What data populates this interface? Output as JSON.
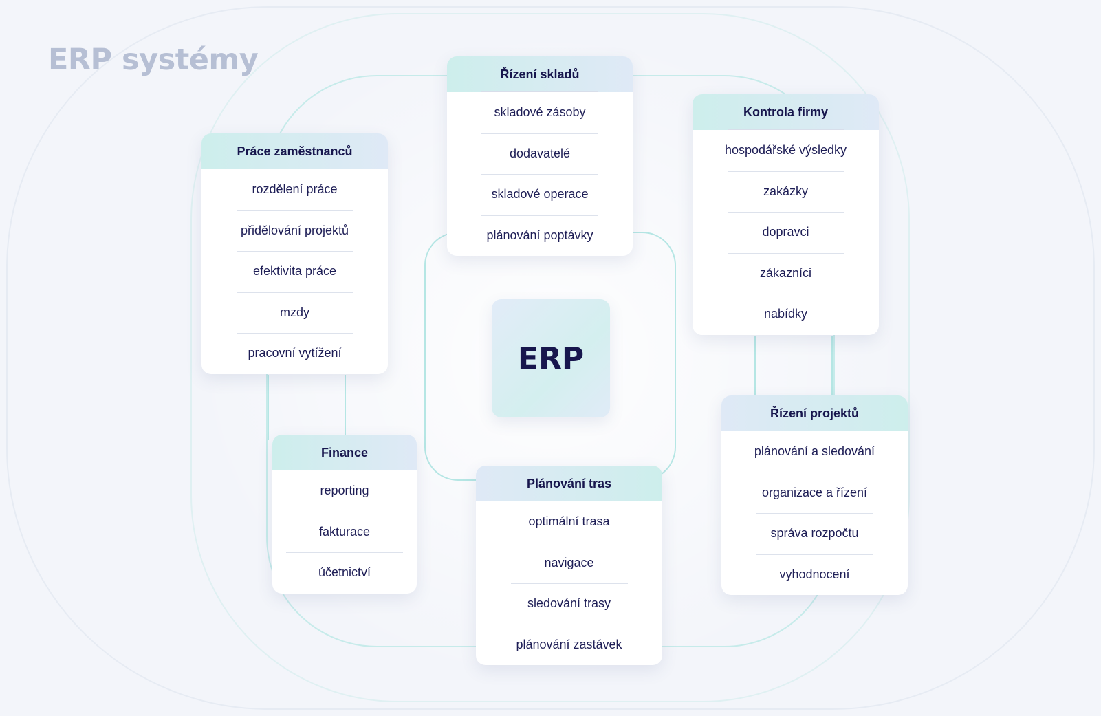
{
  "title": "ERP systémy",
  "center_label": "ERP",
  "colors": {
    "background": "#f3f5fa",
    "title": "#b6bfd4",
    "text": "#1e1e56",
    "connector": "#b5e6e4",
    "header_teal": "#cdeeec",
    "header_blue": "#dfe9f6"
  },
  "modules": [
    {
      "title": "Řízení skladů",
      "items": [
        "skladové zásoby",
        "dodavatelé",
        "skladové operace",
        "plánování poptávky"
      ]
    },
    {
      "title": "Kontrola firmy",
      "items": [
        "hospodářské výsledky",
        "zakázky",
        "dopravci",
        "zákazníci",
        "nabídky"
      ]
    },
    {
      "title": "Práce zaměstnanců",
      "items": [
        "rozdělení práce",
        "přidělování projektů",
        "efektivita práce",
        "mzdy",
        "pracovní vytížení"
      ]
    },
    {
      "title": "Řízení projektů",
      "items": [
        "plánování a sledování",
        "organizace a řízení",
        "správa rozpočtu",
        "vyhodnocení"
      ]
    },
    {
      "title": "Finance",
      "items": [
        "reporting",
        "fakturace",
        "účetnictví"
      ]
    },
    {
      "title": "Plánování tras",
      "items": [
        "optimální trasa",
        "navigace",
        "sledování trasy",
        "plánování zastávek"
      ]
    }
  ]
}
